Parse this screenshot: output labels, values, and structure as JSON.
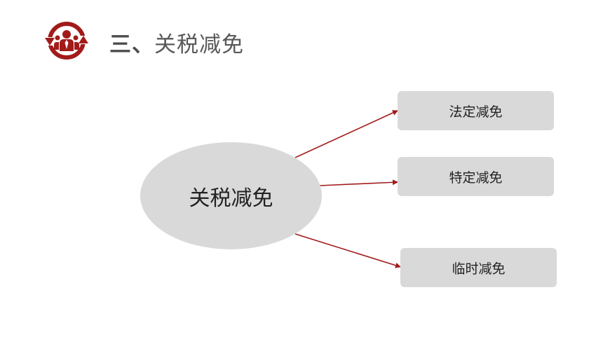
{
  "header": {
    "logo_icon": "people-circle-arrows-logo",
    "title_number": "三、",
    "title_text": "关税减免"
  },
  "diagram": {
    "center_label": "关税减免",
    "branches": [
      {
        "label": "法定减免"
      },
      {
        "label": "特定减免"
      },
      {
        "label": "临时减免"
      }
    ]
  },
  "colors": {
    "accent": "#a21b1b",
    "node_fill": "#d9d9d9",
    "title_text": "#595959"
  }
}
